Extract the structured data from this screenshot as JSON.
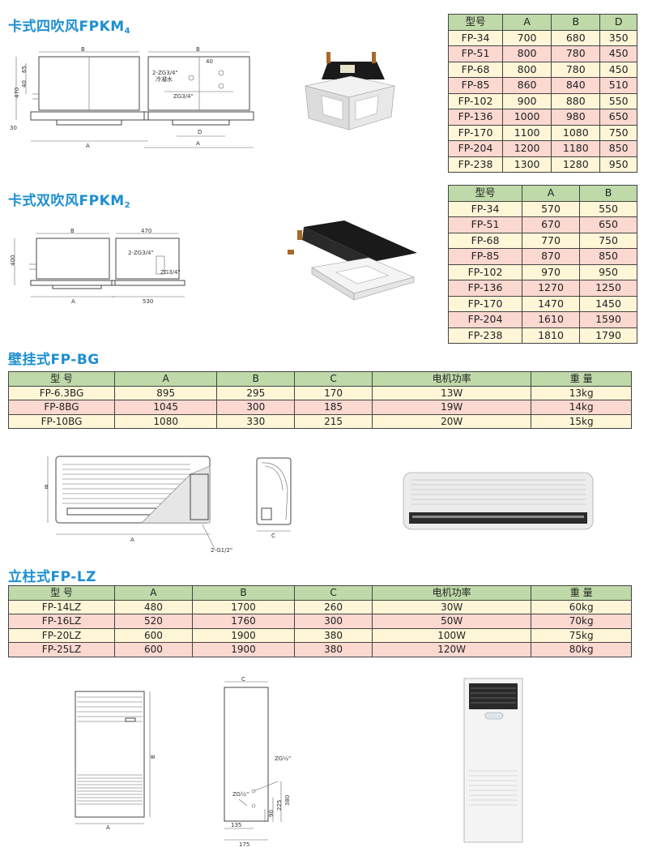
{
  "fpkm4": {
    "title": "卡式四吹风FPKM",
    "title_sub": "4",
    "headers": [
      "型号",
      "A",
      "B",
      "D"
    ],
    "rows": [
      [
        "FP-34",
        "700",
        "680",
        "350"
      ],
      [
        "FP-51",
        "800",
        "780",
        "450"
      ],
      [
        "FP-68",
        "800",
        "780",
        "450"
      ],
      [
        "FP-85",
        "860",
        "840",
        "510"
      ],
      [
        "FP-102",
        "900",
        "880",
        "550"
      ],
      [
        "FP-136",
        "1000",
        "980",
        "650"
      ],
      [
        "FP-170",
        "1100",
        "1080",
        "750"
      ],
      [
        "FP-204",
        "1200",
        "1180",
        "850"
      ],
      [
        "FP-238",
        "1300",
        "1280",
        "950"
      ]
    ],
    "dims": {
      "b": "B",
      "a": "A",
      "d": "D",
      "h": "470",
      "h2": "30",
      "d40": "40",
      "s65": "65",
      "s40": "40",
      "zg1": "2-ZG3/4\"",
      "zg1b": "冷凝水",
      "zg2": "ZG3/4\""
    }
  },
  "fpkm2": {
    "title": "卡式双吹风FPKM",
    "title_sub": "2",
    "headers": [
      "型号",
      "A",
      "B"
    ],
    "rows": [
      [
        "FP-34",
        "570",
        "550"
      ],
      [
        "FP-51",
        "670",
        "650"
      ],
      [
        "FP-68",
        "770",
        "750"
      ],
      [
        "FP-85",
        "870",
        "850"
      ],
      [
        "FP-102",
        "970",
        "950"
      ],
      [
        "FP-136",
        "1270",
        "1250"
      ],
      [
        "FP-170",
        "1470",
        "1450"
      ],
      [
        "FP-204",
        "1610",
        "1590"
      ],
      [
        "FP-238",
        "1810",
        "1790"
      ]
    ],
    "dims": {
      "b": "B",
      "a": "A",
      "w470": "470",
      "w530": "530",
      "h400": "400",
      "zg1": "2-ZG3/4\"",
      "zg2": "ZG3/4\""
    }
  },
  "fpbg": {
    "title": "壁挂式FP-BG",
    "headers": [
      "型  号",
      "A",
      "B",
      "C",
      "电机功率",
      "重  量"
    ],
    "rows": [
      [
        "FP-6.3BG",
        "895",
        "295",
        "170",
        "13W",
        "13kg"
      ],
      [
        "FP-8BG",
        "1045",
        "300",
        "185",
        "19W",
        "14kg"
      ],
      [
        "FP-10BG",
        "1080",
        "330",
        "215",
        "20W",
        "15kg"
      ]
    ],
    "dims": {
      "a": "A",
      "b": "B",
      "c": "C",
      "g": "2-G1/2\""
    }
  },
  "fplz": {
    "title": "立柱式FP-LZ",
    "headers": [
      "型  号",
      "A",
      "B",
      "C",
      "电机功率",
      "重  量"
    ],
    "rows": [
      [
        "FP-14LZ",
        "480",
        "1700",
        "260",
        "30W",
        "60kg"
      ],
      [
        "FP-16LZ",
        "520",
        "1760",
        "300",
        "50W",
        "70kg"
      ],
      [
        "FP-20LZ",
        "600",
        "1900",
        "380",
        "100W",
        "75kg"
      ],
      [
        "FP-25LZ",
        "600",
        "1900",
        "380",
        "120W",
        "80kg"
      ]
    ],
    "dims": {
      "a": "A",
      "b": "B",
      "c": "C",
      "zg1": "ZG½\"",
      "zg2": "ZG½\"",
      "d380": "380",
      "d225": "225",
      "d90": "90",
      "d135": "135",
      "d175": "175"
    }
  }
}
